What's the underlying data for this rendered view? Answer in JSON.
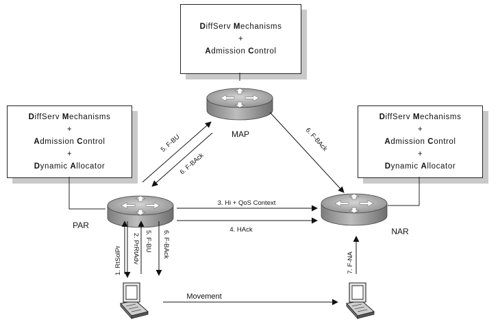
{
  "boxes": {
    "map": [
      "DiffServ Mechanisms",
      "+",
      "Admission Control"
    ],
    "par": [
      "DiffServ Mechanisms",
      "+",
      "Admission Control",
      "+",
      "Dynamic Allocator"
    ],
    "nar": [
      "DiffServ Mechanisms",
      "+",
      "Admission Control",
      "+",
      "Dynamic Allocator"
    ]
  },
  "nodes": {
    "map": "MAP",
    "par": "PAR",
    "nar": "NAR"
  },
  "messages": {
    "rtsolpr": "1. RtSolPr",
    "prrtadv": "2. PrRtAdv",
    "hi_qos": "3. Hi + QoS Context",
    "hack": "4. HAck",
    "fbu_par": "5. F-BU",
    "fbu_map": "5. F-BU",
    "fback_map_par": "6. F-BAck",
    "fback_map_nar": "6. F-BAck",
    "fback_par_mn": "6. F-BAck",
    "fna": "7. F-NA"
  },
  "movement": "Movement"
}
